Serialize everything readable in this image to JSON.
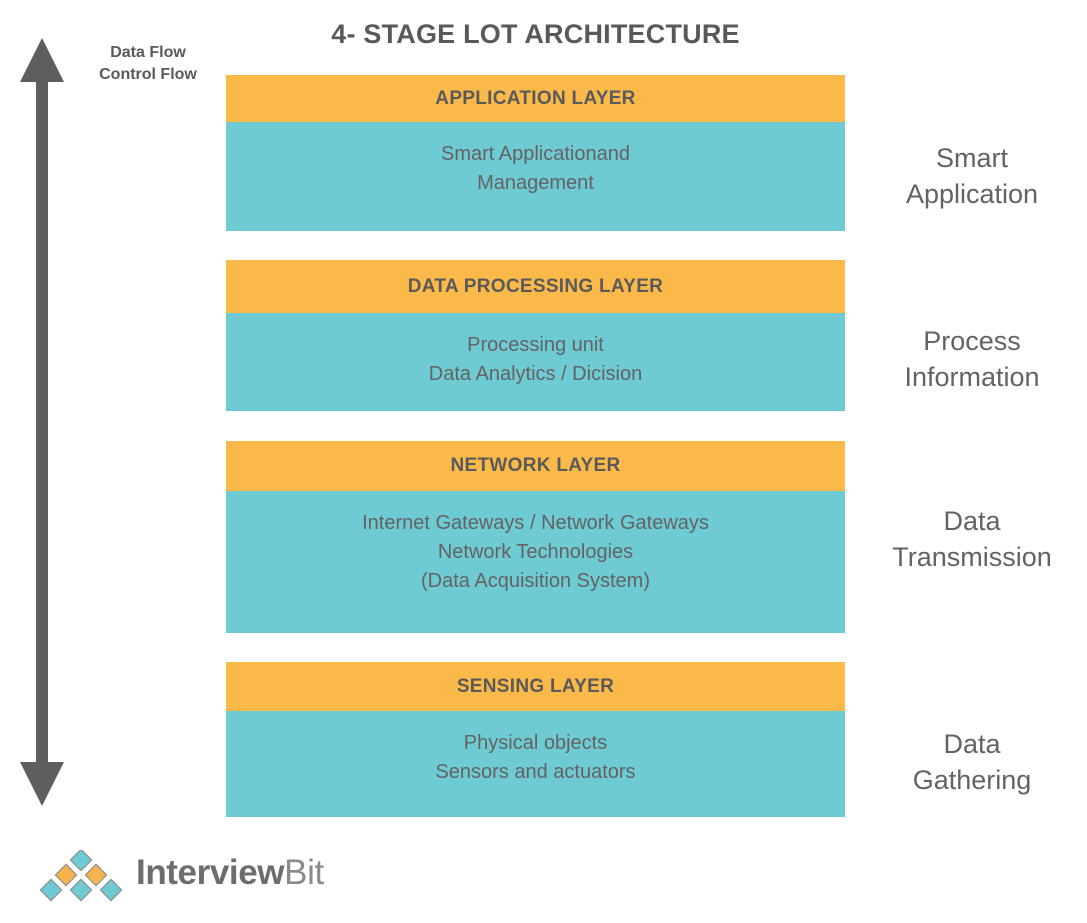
{
  "title": "4- STAGE LOT ARCHITECTURE",
  "flow": {
    "arrow_icon": "double-headed-vertical-arrow-icon",
    "label_line1": "Data Flow",
    "label_line2": "Control Flow"
  },
  "colors": {
    "header_band": "#FBB949",
    "body_band": "#6FCBD3",
    "text": "#636363",
    "title_text": "#595959",
    "arrow": "#5e5e5e",
    "logo_teal": "#6FCBD3",
    "logo_orange": "#F7B34C"
  },
  "layers": [
    {
      "header": "APPLICATION LAYER",
      "body_lines": [
        "Smart Applicationand",
        "Management"
      ],
      "side_caption_lines": [
        "Smart",
        "Application"
      ]
    },
    {
      "header": "DATA PROCESSING LAYER",
      "body_lines": [
        "Processing unit",
        "Data Analytics / Dicision"
      ],
      "side_caption_lines": [
        "Process",
        "Information"
      ]
    },
    {
      "header": "NETWORK LAYER",
      "body_lines": [
        "Internet Gateways / Network Gateways",
        "Network Technologies",
        "(Data Acquisition System)"
      ],
      "side_caption_lines": [
        "Data",
        "Transmission"
      ]
    },
    {
      "header": "SENSING LAYER",
      "body_lines": [
        "Physical objects",
        "Sensors and actuators"
      ],
      "side_caption_lines": [
        "Data",
        "Gathering"
      ]
    }
  ],
  "logo": {
    "mark_icon": "interviewbit-diamond-pyramid-icon",
    "name_bold": "Interview",
    "name_light": "Bit"
  }
}
